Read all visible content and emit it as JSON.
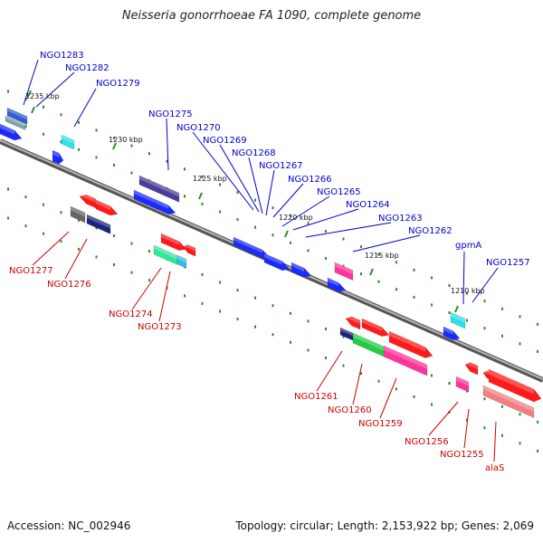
{
  "title": "Neisseria gonorrhoeae FA 1090, complete genome",
  "footer": {
    "accession": "Accession: NC_002946",
    "summary": "Topology: circular; Length: 2,153,922 bp; Genes: 2,069"
  },
  "colors": {
    "backbone": "#8a8a8a",
    "tick": "#2a8a2a",
    "forward_label": "#0000cc",
    "reverse_label": "#cc0000"
  },
  "scale_labels": [
    "1235 kbp",
    "1230 kbp",
    "1225 kbp",
    "1220 kbp",
    "1215 kbp",
    "1210 kbp"
  ],
  "forward_labels": [
    "NGO1283",
    "NGO1282",
    "NGO1279",
    "NGO1275",
    "NGO1270",
    "NGO1269",
    "NGO1268",
    "NGO1267",
    "NGO1266",
    "NGO1265",
    "NGO1264",
    "NGO1263",
    "NGO1262",
    "gpmA",
    "NGO1257"
  ],
  "reverse_labels": [
    "NGO1277",
    "NGO1276",
    "NGO1274",
    "NGO1273",
    "NGO1261",
    "NGO1260",
    "NGO1259",
    "NGO1256",
    "NGO1255",
    "alaS"
  ]
}
